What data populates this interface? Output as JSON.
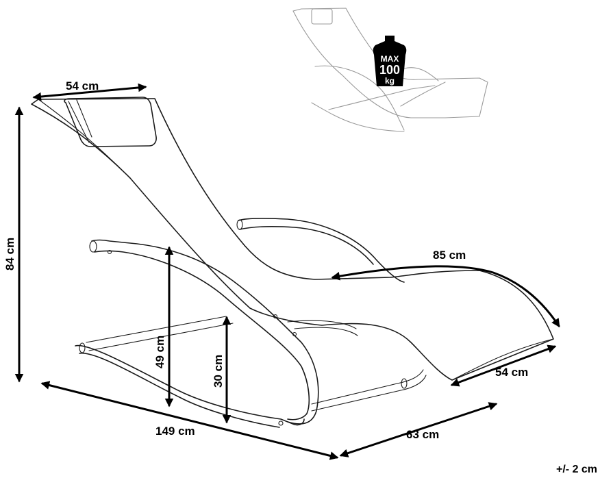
{
  "dimensions": {
    "backrest_width": "54 cm",
    "height": "84 cm",
    "seat_length": "85 cm",
    "seat_width": "54 cm",
    "armrest_height": "49 cm",
    "seat_height": "30 cm",
    "length": "149 cm",
    "base_width": "63 cm"
  },
  "tolerance": "+/- 2 cm",
  "max_load": {
    "line1": "MAX",
    "line2": "100",
    "line3": "kg",
    "icon": "weight-icon"
  },
  "colors": {
    "lines": "#1a1a1a",
    "ghost": "#9a9a9a",
    "badge": "#000000"
  }
}
